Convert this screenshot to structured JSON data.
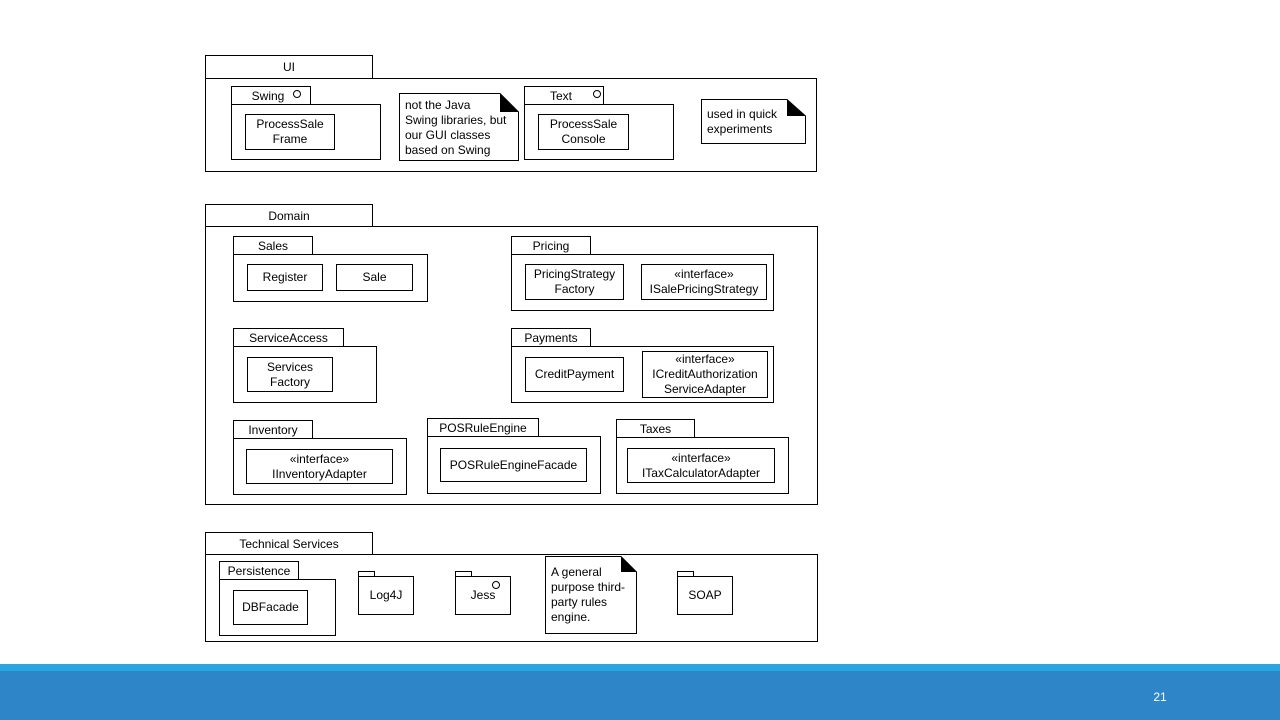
{
  "diagram": {
    "packages": {
      "ui": "UI",
      "swing": "Swing",
      "text": "Text",
      "domain": "Domain",
      "sales": "Sales",
      "pricing": "Pricing",
      "service_access": "ServiceAccess",
      "payments": "Payments",
      "inventory": "Inventory",
      "pos_rule_engine": "POSRuleEngine",
      "taxes": "Taxes",
      "technical_services": "Technical Services",
      "persistence": "Persistence",
      "log4j": "Log4J",
      "jess": "Jess",
      "soap": "SOAP"
    },
    "classes": {
      "process_sale_frame": "ProcessSale\nFrame",
      "process_sale_console": "ProcessSale\nConsole",
      "register": "Register",
      "sale": "Sale",
      "pricing_strategy_factory": "PricingStrategy\nFactory",
      "isale_pricing_strategy": "«interface»\nISalePricingStrategy",
      "services_factory": "Services\nFactory",
      "credit_payment": "CreditPayment",
      "icredit_authorization_service_adapter": "«interface»\nICreditAuthorization\nServiceAdapter",
      "iinventory_adapter": "«interface»\nIInventoryAdapter",
      "pos_rule_engine_facade": "POSRuleEngineFacade",
      "itax_calculator_adapter": "«interface»\nITaxCalculatorAdapter",
      "db_facade": "DBFacade"
    },
    "notes": {
      "swing_note": "not the Java\nSwing libraries, but\nour GUI classes\nbased on Swing",
      "text_note": "used in quick\nexperiments",
      "jess_note": "A general\npurpose third-\nparty rules\nengine."
    }
  },
  "footer": {
    "slide_number": "21",
    "bar_color": "#2e86c8",
    "strip_color": "#27a6df"
  }
}
